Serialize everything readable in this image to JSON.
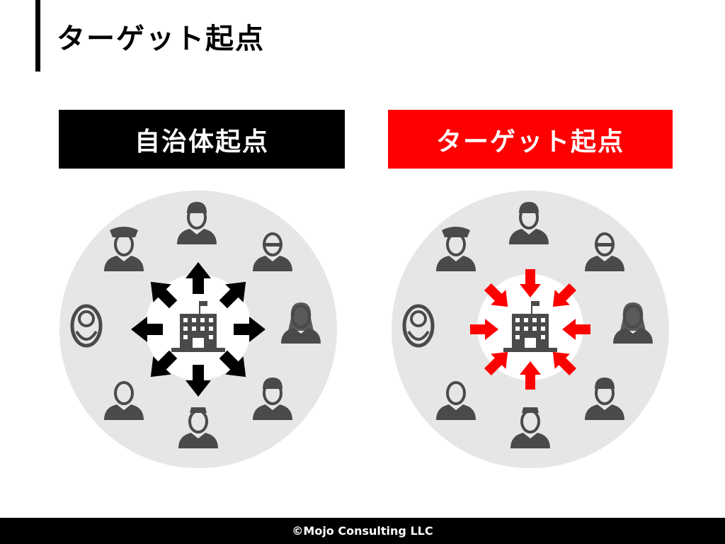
{
  "title": "ターゲット起点",
  "panels": [
    {
      "label": "自治体起点",
      "label_bg": "#000000",
      "arrow_color": "#000000",
      "arrow_direction": "outward"
    },
    {
      "label": "ターゲット起点",
      "label_bg": "#ff0000",
      "arrow_color": "#ff0000",
      "arrow_direction": "inward"
    }
  ],
  "people": [
    "police-officer",
    "construction-worker",
    "doctor",
    "woman",
    "mechanic",
    "nurse",
    "businessman",
    "baby"
  ],
  "colors": {
    "circle": "#e6e6e6",
    "icon": "#4a4a4a",
    "accent": "#ff0000"
  },
  "footer": "©Mojo Consulting LLC"
}
